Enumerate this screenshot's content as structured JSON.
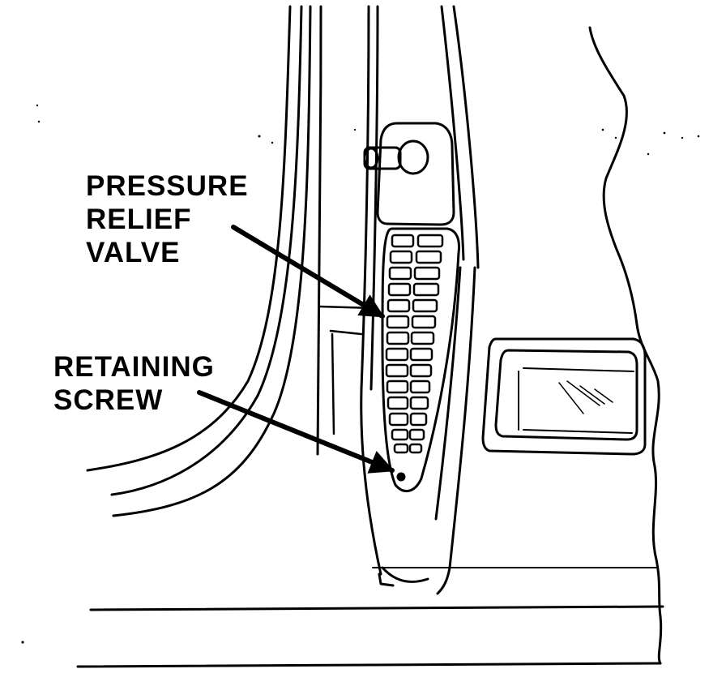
{
  "callouts": {
    "valve": {
      "line1": "PRESSURE",
      "line2": "RELIEF",
      "line3": "VALVE"
    },
    "screw": {
      "line1": "RETAINING",
      "line2": "SCREW"
    }
  },
  "colors": {
    "ink": "#000000",
    "paper": "#ffffff"
  }
}
